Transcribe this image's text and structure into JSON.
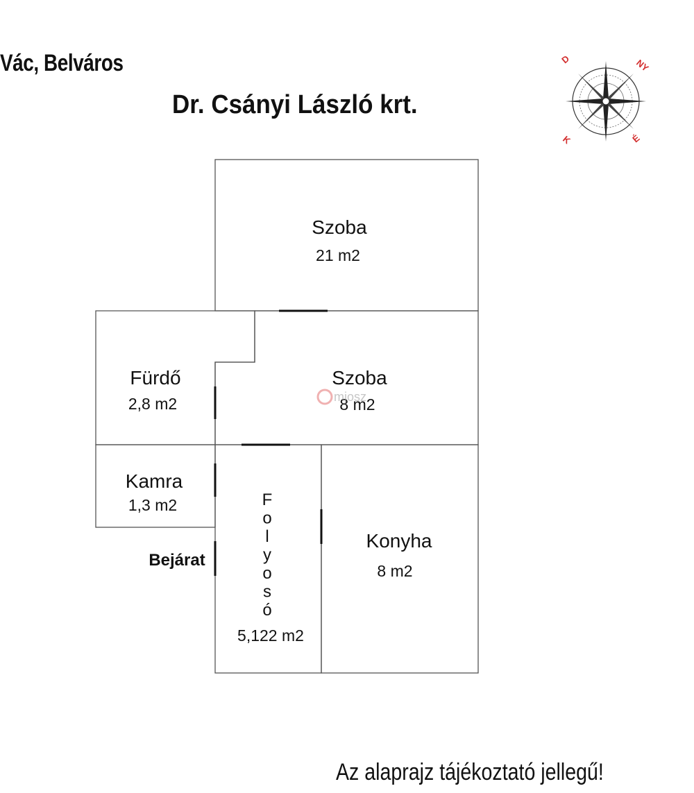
{
  "header": {
    "location": "Vác, Belváros",
    "street": "Dr. Csányi László krt."
  },
  "compass": {
    "icon": "compass-rose-icon",
    "directions": {
      "north": "É",
      "east": "K",
      "south": "D",
      "west": "NY"
    },
    "color": "#d32f2f"
  },
  "rooms": {
    "szoba_large": {
      "label": "Szoba",
      "area": "21 m2"
    },
    "furdo": {
      "label": "Fürdő",
      "area": "2,8 m2"
    },
    "szoba_small": {
      "label": "Szoba",
      "area": "8 m2"
    },
    "kamra": {
      "label": "Kamra",
      "area": "1,3 m2"
    },
    "folyoso": {
      "label": "Folyosó",
      "letters": [
        "F",
        "o",
        "l",
        "y",
        "o",
        "s",
        "ó"
      ],
      "area": "5,122 m2"
    },
    "konyha": {
      "label": "Konyha",
      "area": "8 m2"
    }
  },
  "entrance": {
    "label": "Bejárat"
  },
  "watermark": {
    "text": "mjosz"
  },
  "footer": {
    "disclaimer": "Az alaprajz tájékoztató jellegű!"
  }
}
